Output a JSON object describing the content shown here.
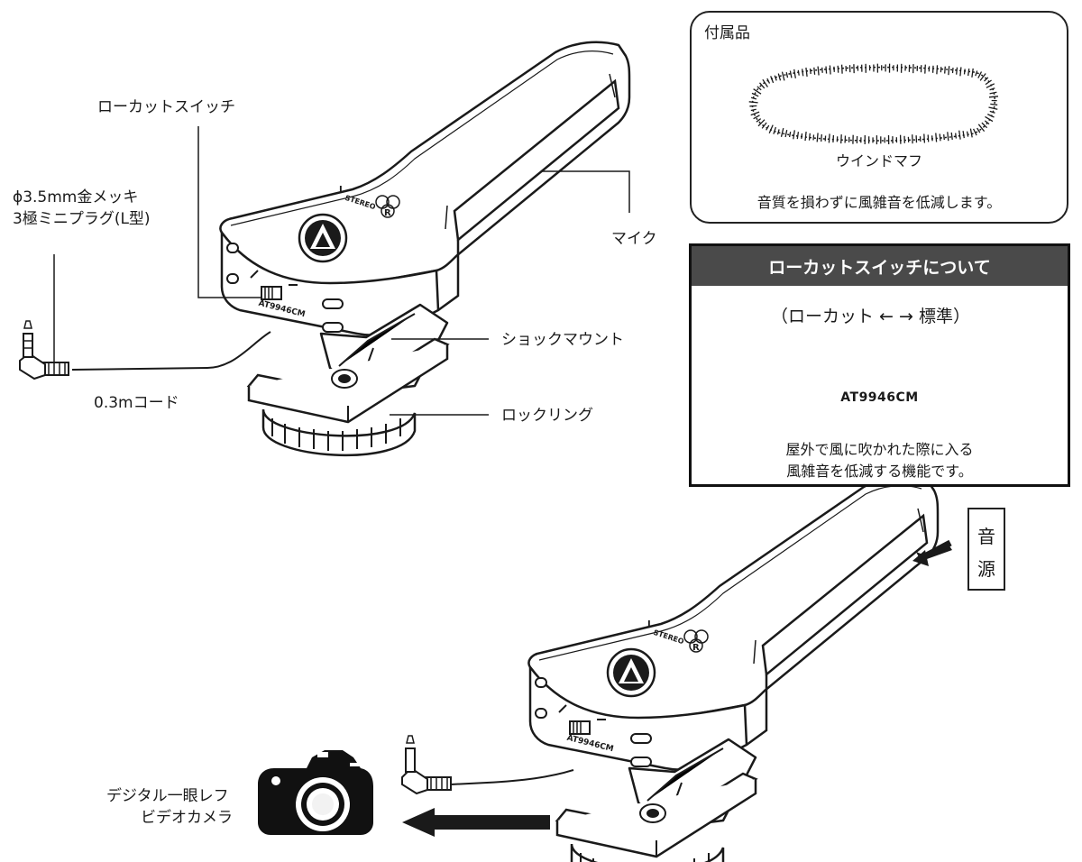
{
  "labels": {
    "low_cut_switch": "ローカットスイッチ",
    "plug_line1": "ϕ3.5mm金メッキ",
    "plug_line2": "3極ミニプラグ(L型)",
    "cord": "0.3mコード",
    "mic": "マイク",
    "shock_mount": "ショックマウント",
    "locking_ring": "ロックリング",
    "camera_line1": "デジタル一眼レフ",
    "camera_line2": "ビデオカメラ"
  },
  "device": {
    "model": "AT9946CM",
    "stereo": "STEREO",
    "left": "L",
    "right": "R"
  },
  "accessory": {
    "title": "付属品",
    "name": "ウインドマフ",
    "description": "音質を損わずに風雑音を低減します。"
  },
  "lowcut_panel": {
    "title": "ローカットスイッチについて",
    "mode_label": "（ローカット ← → 標準）",
    "model": "AT9946CM",
    "desc_line1": "屋外で風に吹かれた際に入る",
    "desc_line2": "風雑音を低減する機能です。"
  },
  "sound_source": {
    "char1": "音",
    "char2": "源"
  },
  "icons": {
    "camera": "camera-icon",
    "arrow_to_camera": "arrow-left-icon",
    "arrow_sound": "arrow-in-icon",
    "wind_muff": "wind-muff-icon"
  }
}
